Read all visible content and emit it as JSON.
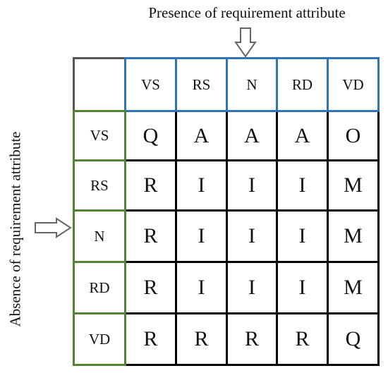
{
  "labels": {
    "presence": "Presence of requirement attribute",
    "absence": "Absence of requirement attribute"
  },
  "column_headers": [
    "VS",
    "RS",
    "N",
    "RD",
    "VD"
  ],
  "row_headers": [
    "VS",
    "RS",
    "N",
    "RD",
    "VD"
  ],
  "cells": [
    [
      "Q",
      "A",
      "A",
      "A",
      "O"
    ],
    [
      "R",
      "I",
      "I",
      "I",
      "M"
    ],
    [
      "R",
      "I",
      "I",
      "I",
      "M"
    ],
    [
      "R",
      "I",
      "I",
      "I",
      "M"
    ],
    [
      "R",
      "R",
      "R",
      "R",
      "Q"
    ]
  ],
  "colors": {
    "column_header_border": "#2e75b6",
    "row_header_border": "#548235",
    "corner_border": "#555555",
    "body_border": "#000000"
  }
}
